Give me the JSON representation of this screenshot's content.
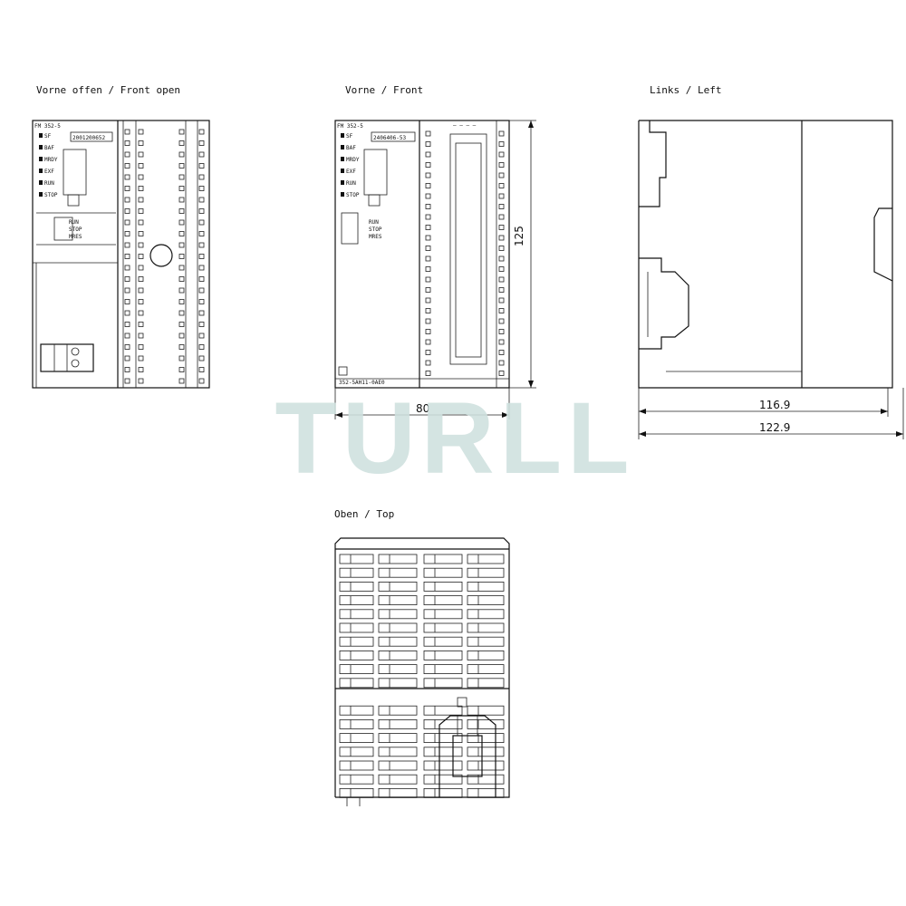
{
  "views": {
    "front_open": {
      "title": "Vorne offen / Front open",
      "model": "FM 352-5",
      "order_label": "2001200652"
    },
    "front": {
      "title": "Vorne / Front",
      "model": "FM 352-5",
      "order_label": "2406406-53",
      "part_no": "352-5AH11-0AE0"
    },
    "left": {
      "title": "Links / Left"
    },
    "top": {
      "title": "Oben / Top"
    }
  },
  "indicators": [
    "SF",
    "BAF",
    "MRDY",
    "EXF",
    "RUN",
    "STOP"
  ],
  "mode_switch": [
    "RUN",
    "STOP",
    "MRES"
  ],
  "dimensions": {
    "front_width": "80",
    "height": "125",
    "depth_inner": "116.9",
    "depth_total": "122.9"
  },
  "watermark": {
    "text": "TURLL",
    "color": "#cfe1df"
  }
}
